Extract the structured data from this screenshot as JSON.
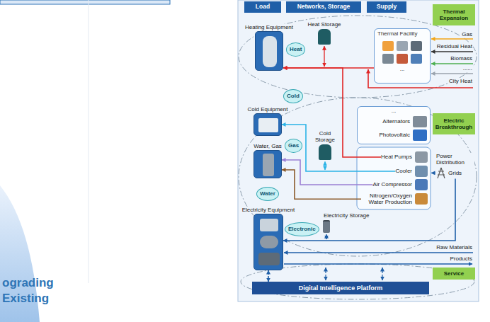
{
  "diagram": {
    "nodes": [
      {
        "text": [
          "Load"
        ]
      },
      {
        "text": [
          "Networks, Storage"
        ]
      },
      {
        "text": [
          "Supply"
        ]
      },
      {
        "text": [
          "Thermal Expansion"
        ]
      },
      {
        "text": [
          "Heating Equipment"
        ]
      },
      {
        "text": [
          "Heat"
        ]
      },
      {
        "text": [
          "Heat Storage"
        ]
      },
      {
        "text": [
          "Thermal Facility",
          "..."
        ]
      },
      {
        "text": [
          "Cold Equipment"
        ]
      },
      {
        "text": [
          "Cold"
        ]
      },
      {
        "text": [
          "Water, Gas"
        ]
      },
      {
        "text": [
          "Gas"
        ]
      },
      {
        "text": [
          "Cold Storage"
        ]
      },
      {
        "text": [
          "...",
          "Alternators",
          "Photovoltaic"
        ]
      },
      {
        "text": [
          "Electric Breakthrough"
        ]
      },
      {
        "text": [
          "Heat Pumps"
        ]
      },
      {
        "text": [
          "Cooler"
        ]
      },
      {
        "text": [
          "Air Compressor"
        ]
      },
      {
        "text": [
          "Nitrogen/Oxygen Water Production"
        ]
      },
      {
        "text": [
          "Power Distribution",
          "Grids"
        ]
      },
      {
        "text": [
          "Electricity Equipment"
        ]
      },
      {
        "text": [
          "Water"
        ]
      },
      {
        "text": [
          "Electricity Storage"
        ]
      },
      {
        "text": [
          "Electronic"
        ]
      },
      {
        "text": [
          "Service"
        ]
      },
      {
        "text": [
          "Digital Intelligence Platform"
        ]
      }
    ],
    "edges": [
      {
        "from": 7,
        "to": 4,
        "arrow": "to"
      },
      {
        "from": 15,
        "to": 4,
        "arrow": "to"
      },
      {
        "from": 16,
        "to": 8,
        "arrow": "to"
      },
      {
        "from": 17,
        "to": 10,
        "arrow": "to"
      },
      {
        "from": 18,
        "to": 10,
        "arrow": "to"
      },
      {
        "from": 19,
        "to": 20,
        "arrow": "to"
      },
      {
        "from": 25,
        "to": 20,
        "arrow": "both"
      }
    ],
    "labels": [
      "Gas",
      "Residual Heat",
      "Biomass",
      "......",
      "City Heat",
      "Raw Materials",
      "Products",
      "ograding",
      "Existing"
    ]
  }
}
